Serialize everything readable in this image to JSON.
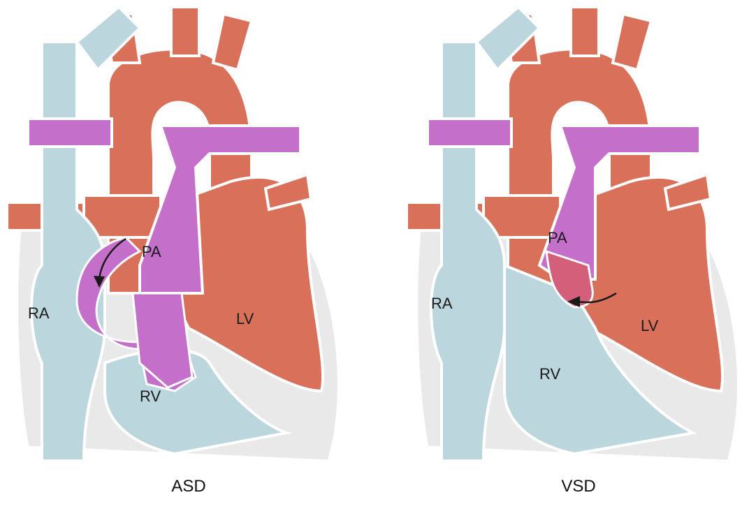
{
  "colors": {
    "oxygenated": "#d9705a",
    "deoxygenated": "#bcd6de",
    "mixed": "#c46fc9",
    "shunt": "#d35f7a",
    "pericardium": "#e9e9ea",
    "outline": "#ffffff",
    "arrow": "#1a1a1a"
  },
  "panels": [
    {
      "id": "asd",
      "caption": "ASD",
      "labels": {
        "pa": "PA",
        "ra": "RA",
        "lv": "LV",
        "rv": "RV"
      },
      "shunt_direction": "left-atrium-to-right-atrium"
    },
    {
      "id": "vsd",
      "caption": "VSD",
      "labels": {
        "pa": "PA",
        "ra": "RA",
        "lv": "LV",
        "rv": "RV"
      },
      "shunt_direction": "left-ventricle-to-right-ventricle"
    }
  ]
}
